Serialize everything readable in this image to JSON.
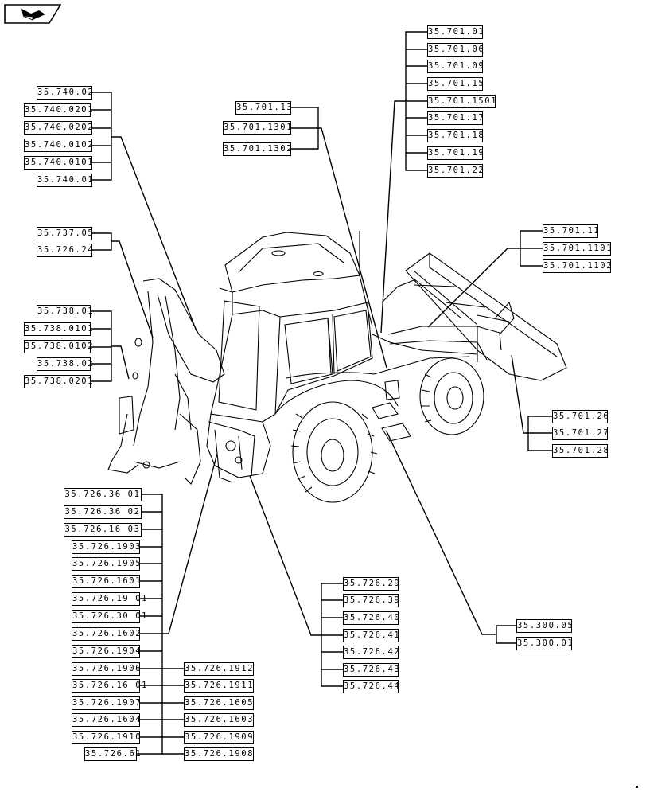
{
  "nav": {
    "icon": "arrow-forward-icon"
  },
  "groups": {
    "g740": [
      "35.740.02",
      "35.740.0201",
      "35.740.0202",
      "35.740.0102",
      "35.740.0101",
      "35.740.01"
    ],
    "g7011": [
      "35.701.13",
      "35.701.1301",
      "35.701.1302"
    ],
    "g7012": [
      "35.701.01",
      "35.701.06",
      "35.701.09",
      "35.701.15",
      "35.701.1501",
      "35.701.17",
      "35.701.18",
      "35.701.19",
      "35.701.22"
    ],
    "g737": [
      "35.737.05",
      "35.726.24"
    ],
    "g738": [
      "35.738.01",
      "35.738.0101",
      "35.738.0102",
      "35.738.02",
      "35.738.0201"
    ],
    "g70111": [
      "35.701.11",
      "35.701.1101",
      "35.701.1102"
    ],
    "g70126": [
      "35.701.26",
      "35.701.27",
      "35.701.28"
    ],
    "g726a": [
      "35.726.36 01",
      "35.726.36 02",
      "35.726.16 03",
      "35.726.1903",
      "35.726.1905",
      "35.726.1601",
      "35.726.19 01",
      "35.726.30 01",
      "35.726.1602",
      "35.726.1904",
      "35.726.1906",
      "35.726.16 01",
      "35.726.1907",
      "35.726.1604",
      "35.726.1910",
      "35.726.61"
    ],
    "g726b": [
      "35.726.1912",
      "35.726.1911",
      "35.726.1605",
      "35.726.1603",
      "35.726.1909",
      "35.726.1908"
    ],
    "g72629": [
      "35.726.29",
      "35.726.39",
      "35.726.40",
      "35.726.41",
      "35.726.42",
      "35.726.43",
      "35.726.44"
    ],
    "g300": [
      "35.300.05",
      "35.300.01"
    ]
  }
}
